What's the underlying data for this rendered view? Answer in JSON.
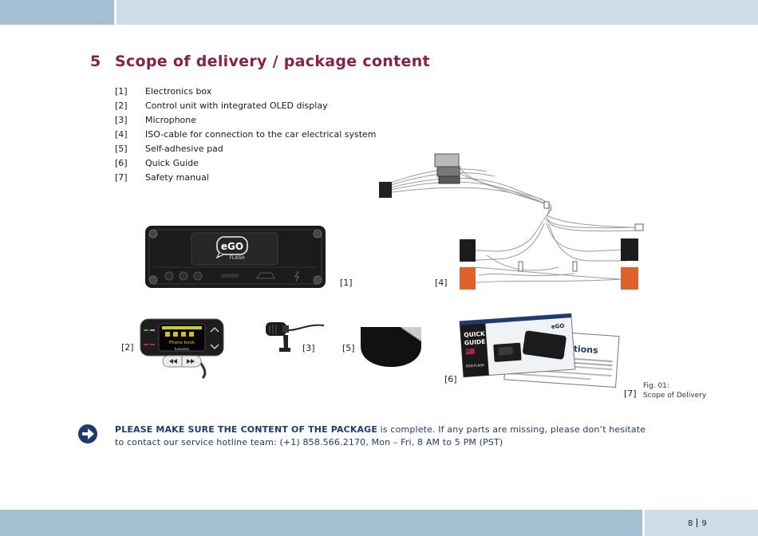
{
  "page": {
    "section_number": "5",
    "title": "Scope of delivery / package content",
    "page_left": "8",
    "page_right": "9"
  },
  "items": [
    {
      "index": "[1]",
      "label": "Electronics box"
    },
    {
      "index": "[2]",
      "label": "Control unit with integrated OLED display"
    },
    {
      "index": "[3]",
      "label": "Microphone"
    },
    {
      "index": "[4]",
      "label": "ISO-cable for connection to the car electrical system"
    },
    {
      "index": "[5]",
      "label": "Self-adhesive pad"
    },
    {
      "index": "[6]",
      "label": "Quick Guide"
    },
    {
      "index": "[7]",
      "label": "Safety manual"
    }
  ],
  "figure": {
    "callouts": [
      "[1]",
      "[2]",
      "[3]",
      "[4]",
      "[5]",
      "[6]",
      "[7]"
    ],
    "caption_line1": "Fig. 01:",
    "caption_line2": "Scope of Delivery",
    "box_logo": "eGO",
    "box_logo_sub": "FLASH",
    "display_menu_text": "Phone book",
    "display_brand": "funkwerk",
    "guide_title_1": "QUICK",
    "guide_title_2": "GUIDE",
    "guide_product": "EGO FLASH",
    "guide_logo": "eGO",
    "manual_fragment": "tions"
  },
  "notice": {
    "emphasis": "PLEASE MAKE SURE THE CONTENT OF THE PACKAGE",
    "text": " is complete. If any parts are missing, please don’t hesitate to contact our service hotline team: (+1) 858.566.2170, Mon – Fri, 8 AM to 5 PM (PST)"
  },
  "colors": {
    "heading": "#8b1f47",
    "notice_text": "#1e3a73",
    "band_dark": "#a4bfd2",
    "band_light": "#cfdce7",
    "connector_orange": "#e0622a"
  }
}
